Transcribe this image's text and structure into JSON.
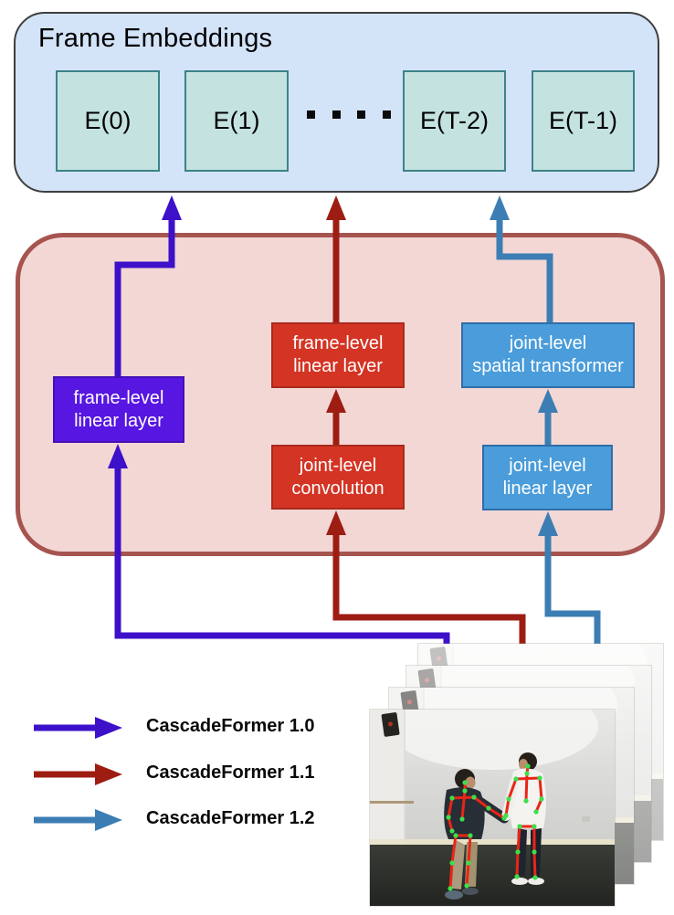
{
  "embeddings": {
    "title": "Frame Embeddings",
    "cells": [
      {
        "label": "E(0)"
      },
      {
        "label": "E(1)"
      },
      {
        "label": "E(T-2)"
      },
      {
        "label": "E(T-1)"
      }
    ],
    "ellipsis_dots": 4
  },
  "modules": {
    "frame_linear_v10": {
      "line1": "frame-level",
      "line2": "linear layer"
    },
    "frame_linear_v11": {
      "line1": "frame-level",
      "line2": "linear layer"
    },
    "joint_conv_v11": {
      "line1": "joint-level",
      "line2": "convolution"
    },
    "joint_spatial_v12": {
      "line1": "joint-level",
      "line2": "spatial transformer"
    },
    "joint_linear_v12": {
      "line1": "joint-level",
      "line2": "linear layer"
    }
  },
  "legend": {
    "items": [
      {
        "label": "CascadeFormer 1.0",
        "color": "#3d10ca"
      },
      {
        "label": "CascadeFormer 1.1",
        "color": "#9e1d13"
      },
      {
        "label": "CascadeFormer 1.2",
        "color": "#3c7eb4"
      }
    ]
  },
  "colors": {
    "embeddings_container_bg": "#d3e3f8",
    "embeddings_container_border": "#3f3f3f",
    "embedding_cell_bg": "#c4e3e0",
    "embedding_cell_border": "#3d8288",
    "backbone_container_bg": "#f3d7d5",
    "backbone_container_border": "#a65450",
    "purple_arrow": "#3d10ca",
    "purple_box_bg": "#5716e2",
    "red_arrow": "#9e1d13",
    "red_box_bg": "#d43424",
    "blue_arrow": "#3c7eb4",
    "blue_box_bg": "#4a9cda"
  }
}
